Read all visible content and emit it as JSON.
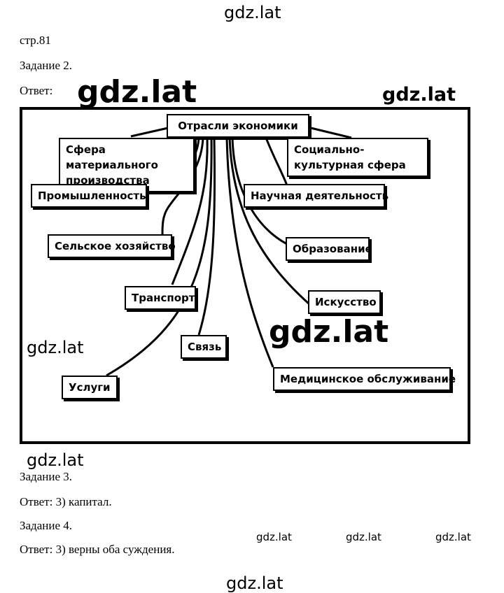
{
  "watermark": "gdz.lat",
  "page_label": "стр.81",
  "task2": {
    "title": "Задание 2.",
    "answer_label": "Ответ:"
  },
  "diagram": {
    "root": "Отрасли экономики",
    "nodes": {
      "material": "Сфера материального производства",
      "social": "Социально-культурная сфера",
      "industry": "Промышленность",
      "science": "Научная деятельность",
      "agriculture": "Сельское хозяйство",
      "education": "Образование",
      "transport": "Транспорт",
      "art": "Искусство",
      "communication": "Связь",
      "medical": "Медицинское обслуживание",
      "services": "Услуги"
    }
  },
  "task3": {
    "title": "Задание 3.",
    "answer": "Ответ: 3) капитал."
  },
  "task4": {
    "title": "Задание 4.",
    "answer": "Ответ: 3) верны оба суждения."
  }
}
